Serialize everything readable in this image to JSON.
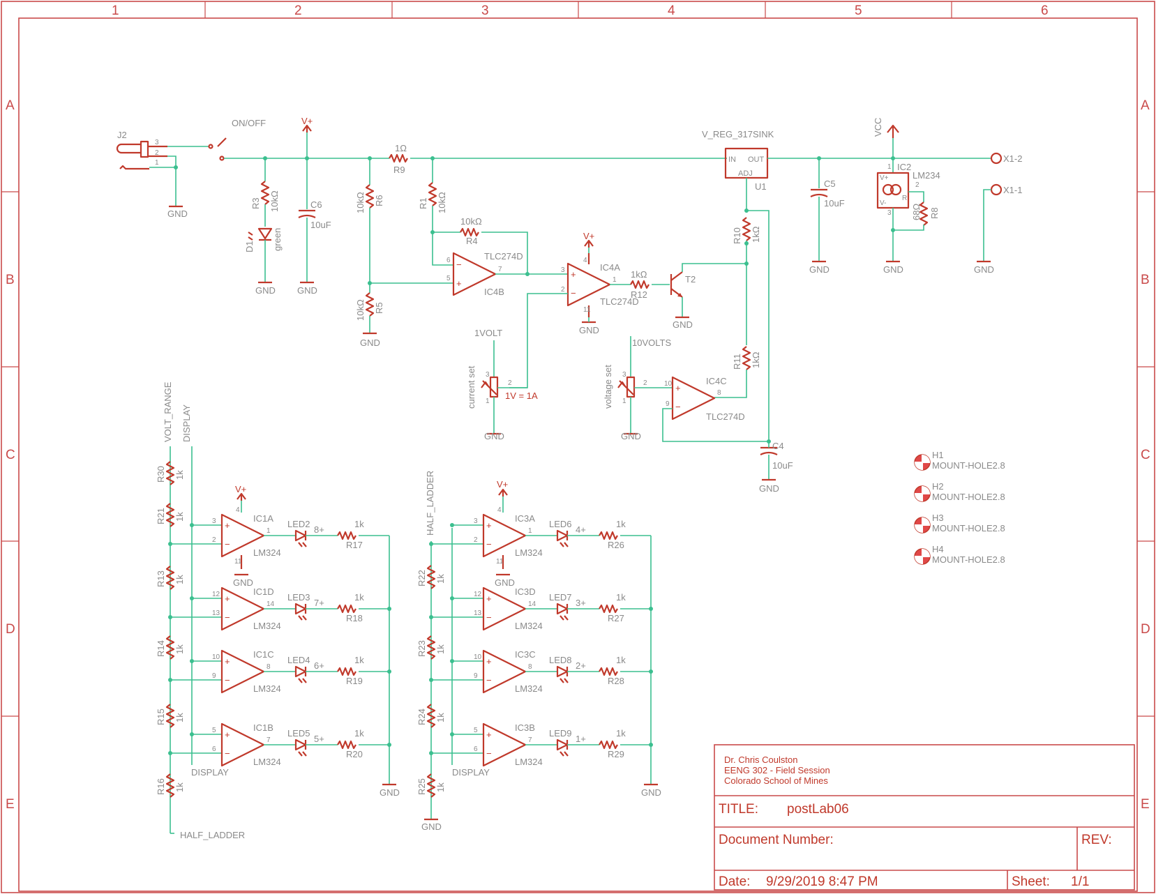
{
  "zones": {
    "cols": [
      "1",
      "2",
      "3",
      "4",
      "5",
      "6"
    ],
    "rows": [
      "A",
      "B",
      "C",
      "D",
      "E"
    ]
  },
  "title_block": {
    "author": "Dr. Chris Coulston",
    "course": "EENG 302 - Field Session",
    "school": "Colorado School of Mines",
    "title_label": "TITLE:",
    "title_value": "postLab06",
    "doc_label": "Document Number:",
    "rev_label": "REV:",
    "date_label": "Date:",
    "date_value": "9/29/2019 8:47 PM",
    "sheet_label": "Sheet:",
    "sheet_value": "1/1"
  },
  "labels": {
    "j2": "J2",
    "on_off": "ON/OFF",
    "gnd": "GND",
    "vplus": "V+",
    "vcc": "VCC",
    "r3": "R3",
    "r3v": "10kΩ",
    "d1": "D1",
    "d1v": "green",
    "c6": "C6",
    "c6v": "10uF",
    "r9v": "1Ω",
    "r9": "R9",
    "r6": "R6",
    "r6v": "10kΩ",
    "r5": "R5",
    "r5v": "10kΩ",
    "r1": "R1",
    "r1v": "10kΩ",
    "r4": "R4",
    "r4v": "10kΩ",
    "ic4b": "IC4B",
    "ic4a": "IC4A",
    "ic4c": "IC4C",
    "tlc": "TLC274D",
    "r12": "R12",
    "r12v": "1kΩ",
    "t2": "T2",
    "reg": "V_REG_317SINK",
    "reg_in": "IN",
    "reg_out": "OUT",
    "reg_adj": "ADJ",
    "u1": "U1",
    "r10": "R10",
    "r10v": "1kΩ",
    "r11": "R11",
    "r11v": "1kΩ",
    "c5": "C5",
    "c5v": "10uF",
    "c4": "C4",
    "c4v": "10uF",
    "ic2": "IC2",
    "lm234": "LM234",
    "r8": "R8",
    "r8v": "68Ω",
    "x12": "X1-2",
    "x11": "X1-1",
    "onevolt": "1VOLT",
    "tenvolts": "10VOLTS",
    "current_set": "current set",
    "voltage_set": "voltage set",
    "pot_note": "1V = 1A",
    "volt_range": "VOLT_RANGE",
    "display": "DISPLAY",
    "half_ladder": "HALF_LADDER",
    "lm324": "LM324",
    "k1": "1k"
  },
  "mount_holes": [
    {
      "ref": "H1",
      "val": "MOUNT-HOLE2.8"
    },
    {
      "ref": "H2",
      "val": "MOUNT-HOLE2.8"
    },
    {
      "ref": "H3",
      "val": "MOUNT-HOLE2.8"
    },
    {
      "ref": "H4",
      "val": "MOUNT-HOLE2.8"
    }
  ],
  "ladder_left": {
    "resistors": [
      "R30",
      "R21",
      "R13",
      "R14",
      "R15",
      "R16"
    ],
    "stages": [
      {
        "ic": "IC1A",
        "led": "LED2",
        "net": "8+",
        "res": "R17",
        "pp": "3",
        "pm": "2",
        "po": "1"
      },
      {
        "ic": "IC1D",
        "led": "LED3",
        "net": "7+",
        "res": "R18",
        "pp": "12",
        "pm": "13",
        "po": "14"
      },
      {
        "ic": "IC1C",
        "led": "LED4",
        "net": "6+",
        "res": "R19",
        "pp": "10",
        "pm": "9",
        "po": "8"
      },
      {
        "ic": "IC1B",
        "led": "LED5",
        "net": "5+",
        "res": "R20",
        "pp": "5",
        "pm": "6",
        "po": "7"
      }
    ]
  },
  "ladder_right": {
    "resistors": [
      "R22",
      "R23",
      "R24",
      "R25"
    ],
    "stages": [
      {
        "ic": "IC3A",
        "led": "LED6",
        "net": "4+",
        "res": "R26",
        "pp": "3",
        "pm": "2",
        "po": "1"
      },
      {
        "ic": "IC3D",
        "led": "LED7",
        "net": "3+",
        "res": "R27",
        "pp": "12",
        "pm": "13",
        "po": "14"
      },
      {
        "ic": "IC3C",
        "led": "LED8",
        "net": "2+",
        "res": "R28",
        "pp": "10",
        "pm": "9",
        "po": "8"
      },
      {
        "ic": "IC3B",
        "led": "LED9",
        "net": "1+",
        "res": "R29",
        "pp": "5",
        "pm": "6",
        "po": "7"
      }
    ]
  },
  "colors": {
    "symbol": "#c0392b",
    "wire": "#3bbf8f",
    "text": "#8a8a8a",
    "frame": "#c94a4a"
  }
}
